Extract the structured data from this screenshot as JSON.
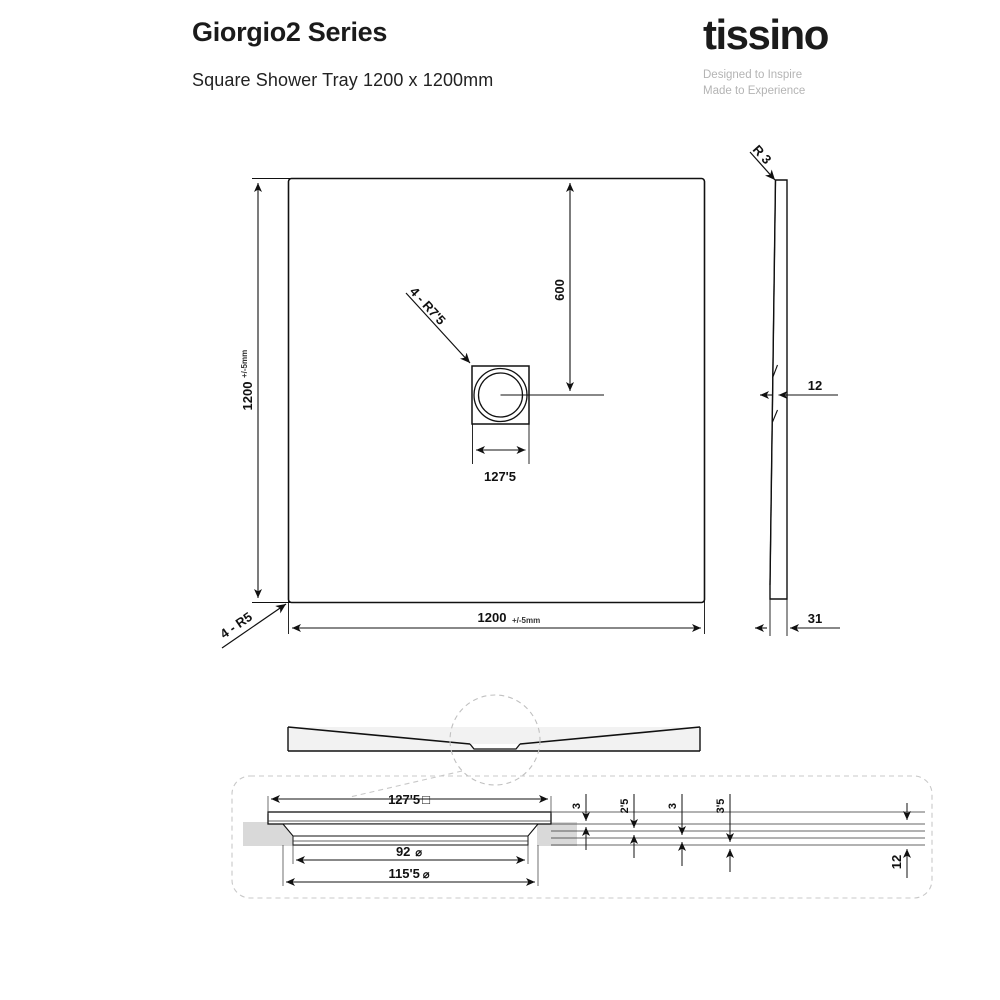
{
  "header": {
    "title": "Giorgio2 Series",
    "subtitle": "Square Shower Tray 1200 x 1200mm",
    "brand_name": "tissino",
    "tagline_line1": "Designed to Inspire",
    "tagline_line2": "Made to Experience"
  },
  "colors": {
    "line": "#111111",
    "thin_line": "#333333",
    "detail_box": "#c8c8c8",
    "shade": "#d9d9d9",
    "tagline": "#b4b4b4",
    "background": "#ffffff"
  },
  "plan_view": {
    "name": "top-plan-view",
    "width_dim": "1200",
    "width_tolerance": "+/-5mm",
    "height_dim": "1200",
    "height_tolerance": "+/-5mm",
    "drain_offset_dim": "600",
    "drain_size_dim": "127'5",
    "drain_radius_note": "4 - R7'5",
    "corner_radius_note": "4 - R5"
  },
  "side_view": {
    "name": "right-side-elevation",
    "top_radius_note": "R 3",
    "thickness_dim": "12",
    "base_dim": "31"
  },
  "section_view": {
    "name": "front-section-view"
  },
  "detail_view": {
    "name": "drain-detail-view",
    "grate_dim": "127'5",
    "grate_symbol": "□",
    "inner_diameter_dim": "92",
    "outer_diameter_dim": "115'5",
    "diameter_symbol": "⌀",
    "step_dims": [
      "3",
      "2'5",
      "3",
      "3'5"
    ],
    "depth_dim": "12"
  }
}
